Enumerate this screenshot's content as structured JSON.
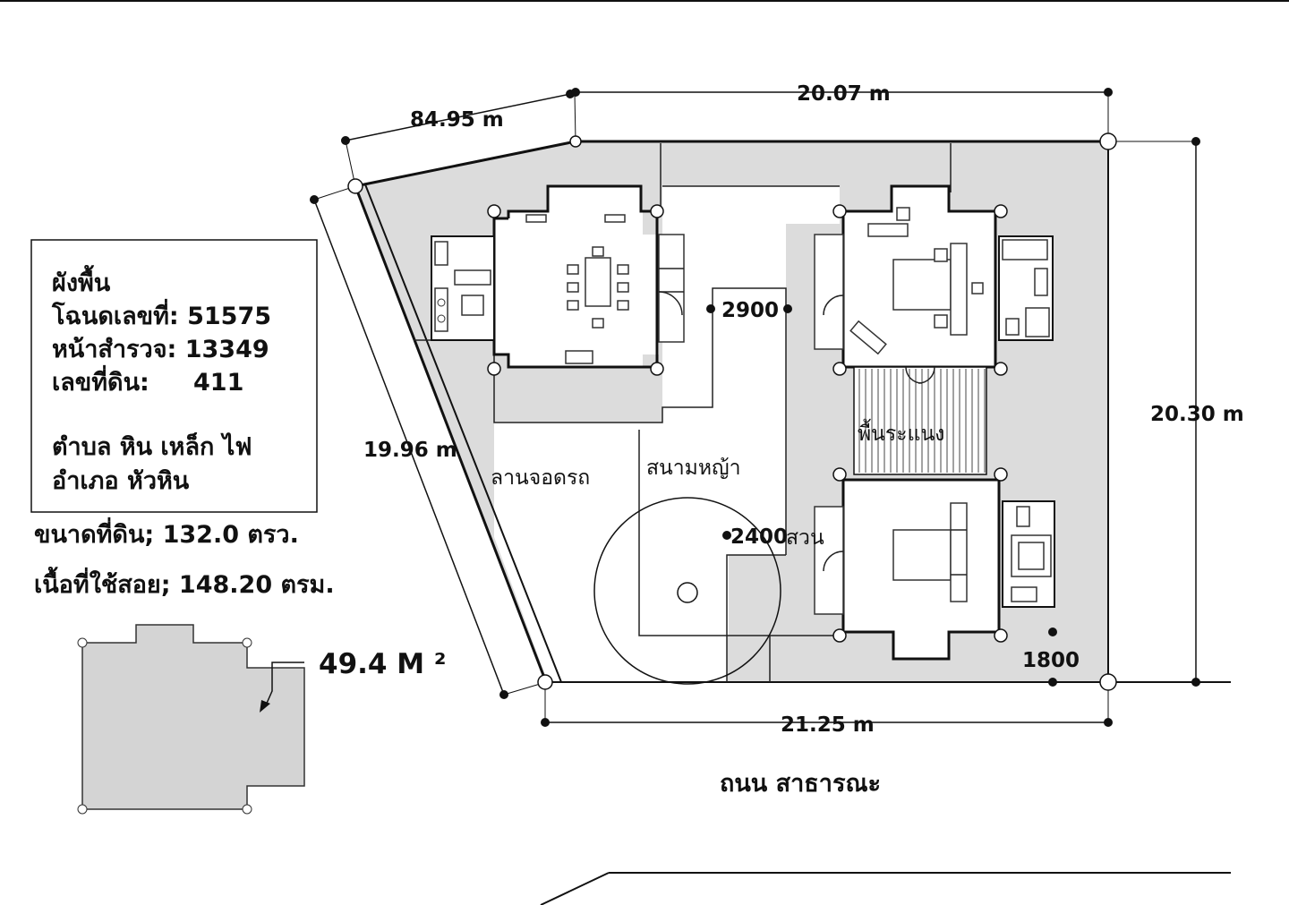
{
  "colors": {
    "background": "#ffffff",
    "fill": "#dcdcdc",
    "line": "#111111"
  },
  "info_box": {
    "title": "ผังพื้น",
    "deed": "โฉนดเลขที่: 51575",
    "survey": "หน้าสำรวจ: 13349",
    "land_no_label": "เลขที่ดิน:",
    "land_no_value": "411",
    "subdistrict": "ตำบล หิน เหล็ก ไฟ",
    "district": "อำเภอ หัวหิน"
  },
  "land_size": "ขนาดที่ดิน; 132.0 ตรว.",
  "usable_area": "เนื้อที่ใช้สอย; 148.20 ตรม.",
  "footprint_area": "49.4 M ²",
  "dimensions": {
    "top_left": "84.95 m",
    "top": "20.07 m",
    "right": "20.30 m",
    "left": "19.96 m",
    "bottom": "21.25 m",
    "d2900": "2900",
    "d2400": "2400",
    "d1800": "1800"
  },
  "areas": {
    "parking": "ลานจอดรถ",
    "lawn": "สนามหญ้า",
    "deck": "พื้นระแนง",
    "garden": "สวน"
  },
  "road": "ถนน สาธารณะ"
}
